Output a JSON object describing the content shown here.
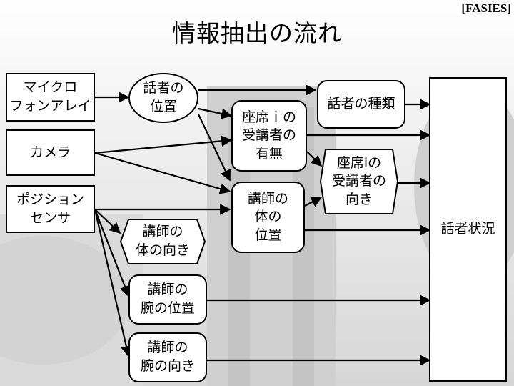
{
  "header": {
    "tag": "[FASIES]",
    "title": "情報抽出の流れ"
  },
  "sensors": {
    "mic": "マイクロ\nフォンアレイ",
    "camera": "カメラ",
    "position": "ポジション\nセンサ"
  },
  "nodes": {
    "speaker_pos": "話者の\n位置",
    "seat_presence": "座席ｉの\n受講者の\n有無",
    "speaker_type": "話者の種類",
    "seat_direction": "座席iの\n受講者の\n向き",
    "lecturer_body_pos": "講師の\n体の\n位置",
    "lecturer_body_dir": "講師の\n体の向き",
    "lecturer_arm_pos": "講師の\n腕の位置",
    "lecturer_arm_dir": "講師の\n腕の向き",
    "speaker_status": "話者状況"
  }
}
